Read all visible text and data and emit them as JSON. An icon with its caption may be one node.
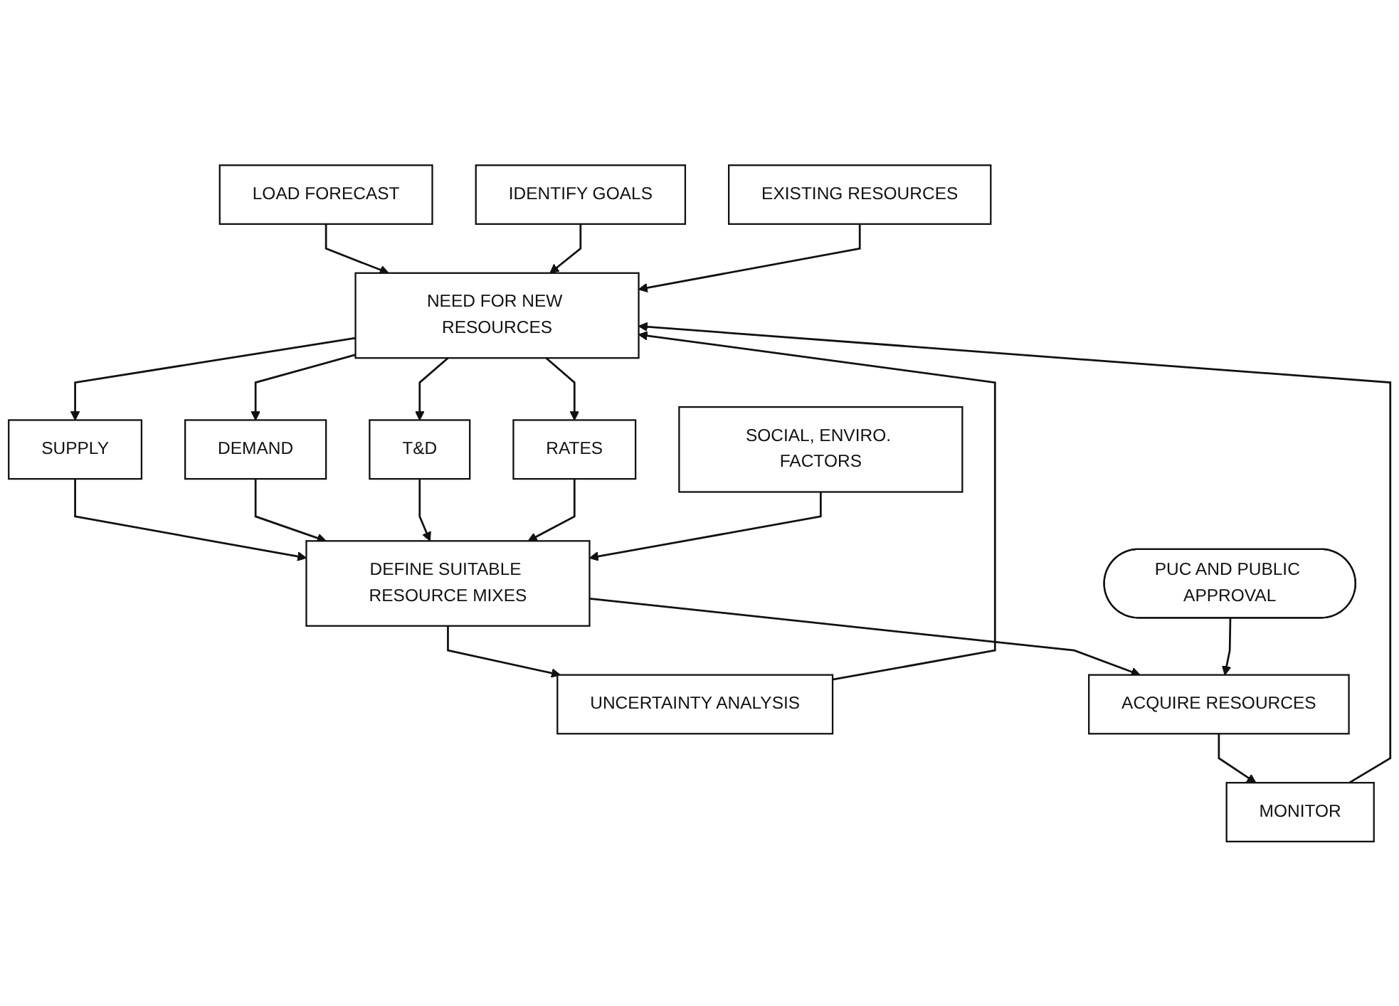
{
  "diagram": {
    "nodes": [
      {
        "text": [
          "LOAD FORECAST"
        ]
      },
      {
        "text": [
          "IDENTIFY GOALS"
        ]
      },
      {
        "text": [
          "EXISTING RESOURCES"
        ]
      },
      {
        "text": [
          "NEED FOR NEW RESOURCES"
        ]
      },
      {
        "text": [
          "SUPPLY"
        ]
      },
      {
        "text": [
          "DEMAND"
        ]
      },
      {
        "text": [
          "T&D"
        ]
      },
      {
        "text": [
          "RATES"
        ]
      },
      {
        "text": [
          "SOCIAL, ENVIRO. FACTORS"
        ]
      },
      {
        "text": [
          "DEFINE SUITABLE RESOURCE MIXES"
        ]
      },
      {
        "text": [
          "UNCERTAINTY ANALYSIS"
        ]
      },
      {
        "text": [
          "PUC AND PUBLIC APPROVAL"
        ]
      },
      {
        "text": [
          "MONITOR"
        ]
      },
      {
        "text": [
          "ACQUIRE RESOURCES"
        ]
      }
    ],
    "edges": [
      {
        "from": 0,
        "to": 3,
        "arrow": "to"
      },
      {
        "from": 1,
        "to": 3,
        "arrow": "to"
      },
      {
        "from": 2,
        "to": 3,
        "arrow": "to"
      },
      {
        "from": 3,
        "to": 4,
        "arrow": "to"
      },
      {
        "from": 3,
        "to": 5,
        "arrow": "to"
      },
      {
        "from": 3,
        "to": 6,
        "arrow": "to"
      },
      {
        "from": 3,
        "to": 7,
        "arrow": "to"
      },
      {
        "from": 4,
        "to": 9,
        "arrow": "to"
      },
      {
        "from": 5,
        "to": 9,
        "arrow": "to"
      },
      {
        "from": 6,
        "to": 9,
        "arrow": "to"
      },
      {
        "from": 7,
        "to": 9,
        "arrow": "to"
      },
      {
        "from": 8,
        "to": 9,
        "arrow": "to"
      },
      {
        "from": 9,
        "to": 10,
        "arrow": "to"
      },
      {
        "from": 10,
        "to": 3,
        "arrow": "to"
      },
      {
        "from": 9,
        "to": 13,
        "arrow": "to"
      },
      {
        "from": 11,
        "to": 13,
        "arrow": "to"
      },
      {
        "from": 13,
        "to": 12,
        "arrow": "to"
      },
      {
        "from": 12,
        "to": 3,
        "arrow": "to"
      }
    ]
  }
}
